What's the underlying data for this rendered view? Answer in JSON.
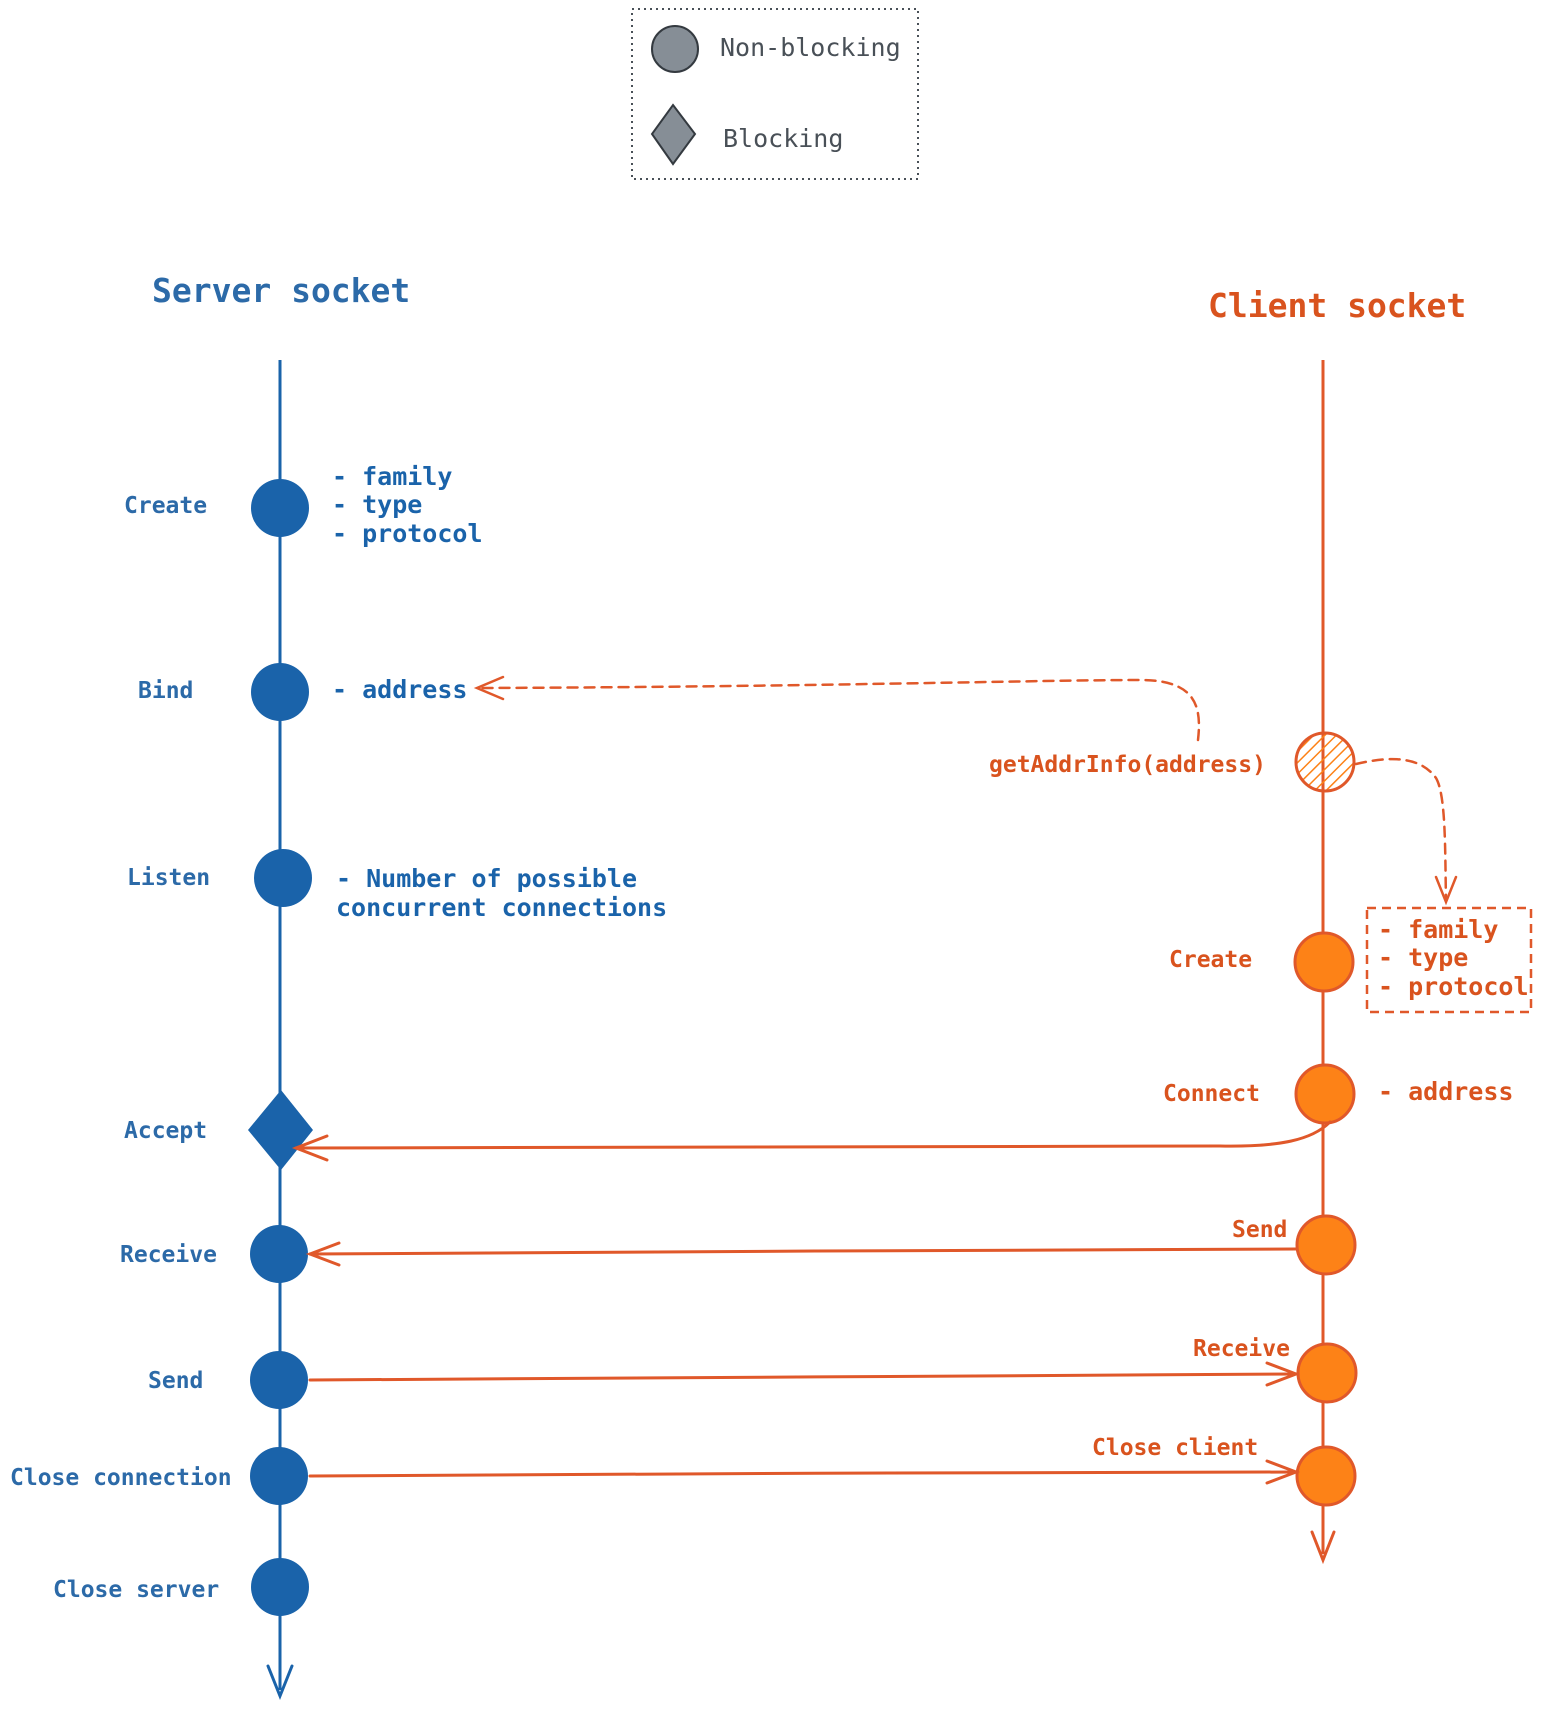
{
  "colors": {
    "server": "#1a63aa",
    "server_text": "#2c6aa8",
    "client_line": "#e0582a",
    "client_fill": "#fd8217",
    "client_text": "#d9531e",
    "legend_fill": "#868e96",
    "legend_stroke": "#343a40"
  },
  "legend": {
    "non_blocking": "Non-blocking",
    "blocking": "Blocking"
  },
  "server": {
    "title": "Server socket",
    "steps": {
      "create": "Create",
      "bind": "Bind",
      "listen": "Listen",
      "accept": "Accept",
      "receive": "Receive",
      "send": "Send",
      "close_connection": "Close connection",
      "close_server": "Close server"
    },
    "notes": {
      "create_family": "- family",
      "create_type": "- type",
      "create_protocol": "- protocol",
      "bind_address": "- address",
      "listen_line1": "- Number of possible",
      "listen_line2": "concurrent connections"
    }
  },
  "client": {
    "title": "Client socket",
    "get_addr_info": "getAddrInfo(address)",
    "steps": {
      "create": "Create",
      "connect": "Connect",
      "send": "Send",
      "receive": "Receive",
      "close_client": "Close client"
    },
    "notes": {
      "create_family": "- family",
      "create_type": "- type",
      "create_protocol": "- protocol",
      "connect_address": "- address"
    }
  }
}
